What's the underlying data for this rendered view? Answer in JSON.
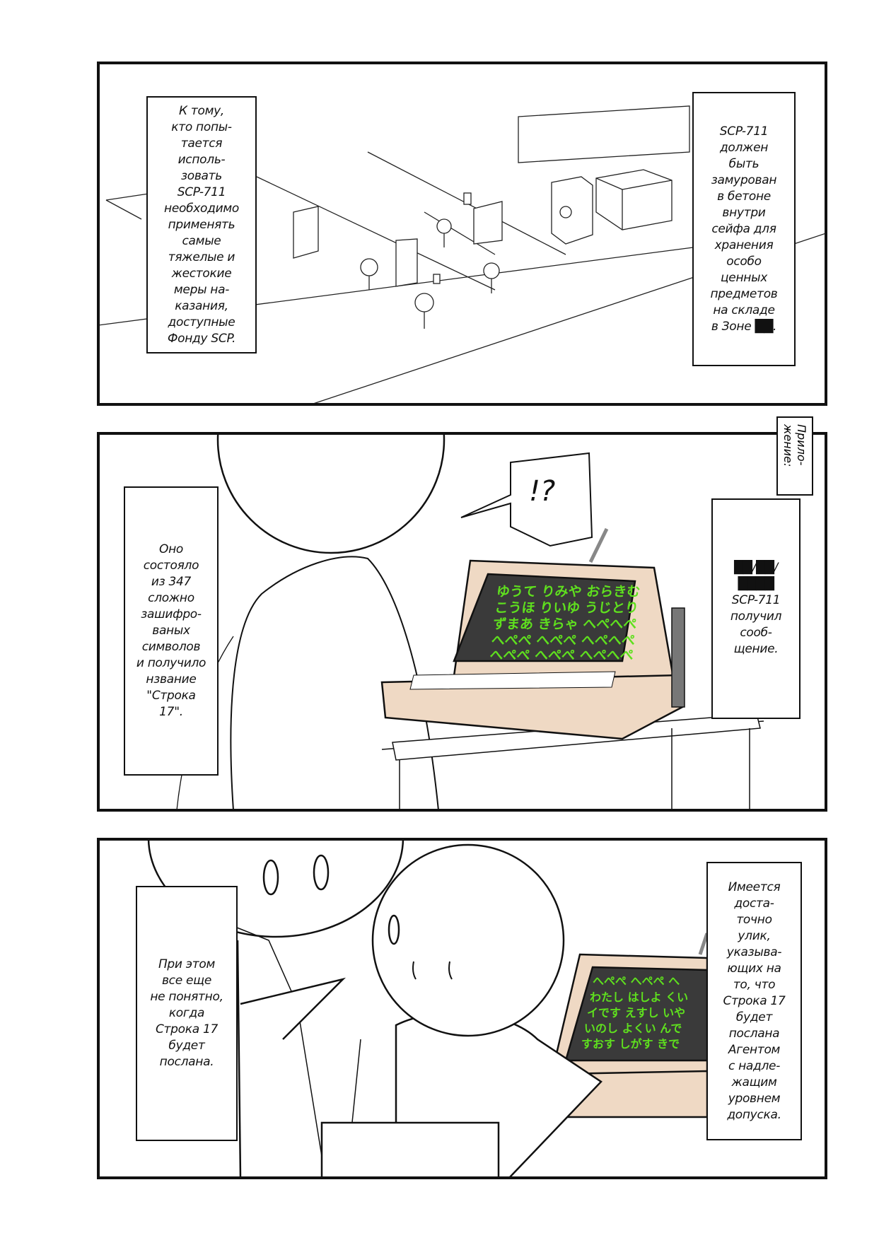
{
  "panels": [
    {
      "captions": [
        {
          "text": "К тому,\nкто попы-\nтается\nисполь-\nзовать\nSCP-711\nнеобходимо\nприменять\nсамые\nтяжелые и\nжестокие\nмеры на-\nказания,\nдоступные\nФонду SCP."
        },
        {
          "text": "SCP-711\nдолжен\nбыть\nзамурован\nв бетоне\nвнутри\nсейфа для\nхранения\nособо\nценных\nпредметов\nна складе\nв Зоне ██."
        }
      ]
    },
    {
      "annex_tag": "Прило-\nжение:",
      "captions": [
        {
          "text": "Оно\nсостояло\nиз 347\nсложно\nзашифро-\nваных\nсимволов\nи получило\nнзвание\n\"Строка\n17\"."
        },
        {
          "text": "██/██/\n████\nSCP-711\nполучил\nсооб-\nщение."
        }
      ],
      "speech_bubble": "!?",
      "screen_lines": [
        "ゆうて りみや おらきむ",
        "こうほ りいゆ うじとり",
        "ずまあ きらゃ へぺへぺ",
        "へぺぺ へぺぺ へぺへぺ",
        "へぺぺ へぺぺ へぺへぺ"
      ]
    },
    {
      "captions": [
        {
          "text": "При этом\nвсе еще\nне понятно,\nкогда\nСтрока 17\nбудет\nпослана."
        },
        {
          "text": "Имеется\nдоста-\nточно\nулик,\nуказыва-\nющих на\nто, что\nСтрока 17\nбудет\nпослана\nАгентом\nс надле-\nжащим\nуровнем\nдопуска."
        }
      ],
      "screen_lines": [
        "へぺぺ へぺぺ へ",
        "わたし はしよ くい",
        "イです えすし いや",
        "いのし よくい んで",
        "すおす しがす きで"
      ]
    }
  ],
  "colors": {
    "screen_bg": "#3a3a3a",
    "screen_text": "#5fe01e",
    "computer_body": "#efd9c4",
    "ink": "#111111"
  }
}
